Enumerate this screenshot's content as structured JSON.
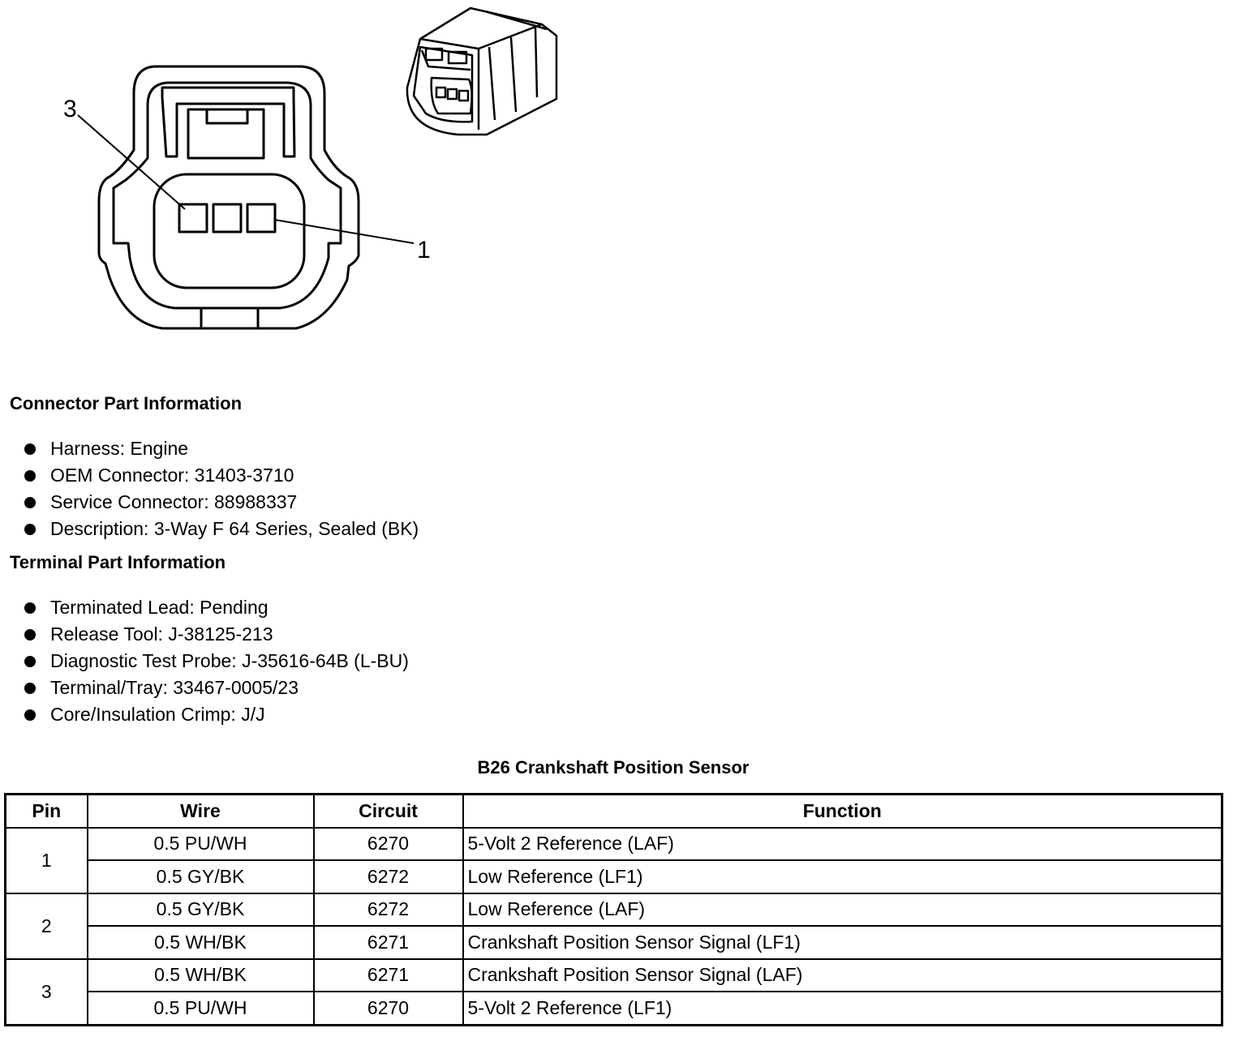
{
  "diagram": {
    "callout_pin3": "3",
    "callout_pin1": "1"
  },
  "connector_info": {
    "title": "Connector Part Information",
    "items": [
      "Harness: Engine",
      "OEM Connector: 31403-3710",
      "Service Connector: 88988337",
      "Description: 3-Way F 64 Series, Sealed (BK)"
    ]
  },
  "terminal_info": {
    "title": "Terminal Part Information",
    "items": [
      "Terminated Lead: Pending",
      "Release Tool: J-38125-213",
      "Diagnostic Test Probe: J-35616-64B (L-BU)",
      "Terminal/Tray: 33467-0005/23",
      "Core/Insulation Crimp: J/J"
    ]
  },
  "table": {
    "title": "B26 Crankshaft Position Sensor",
    "headers": [
      "Pin",
      "Wire",
      "Circuit",
      "Function"
    ],
    "rows": [
      {
        "pin": "1",
        "wire": "0.5 PU/WH",
        "circuit": "6270",
        "function": "5-Volt 2 Reference (LAF)"
      },
      {
        "pin": "1",
        "wire": "0.5 GY/BK",
        "circuit": "6272",
        "function": "Low Reference (LF1)"
      },
      {
        "pin": "2",
        "wire": "0.5 GY/BK",
        "circuit": "6272",
        "function": "Low Reference (LAF)"
      },
      {
        "pin": "2",
        "wire": "0.5 WH/BK",
        "circuit": "6271",
        "function": "Crankshaft Position Sensor Signal (LF1)"
      },
      {
        "pin": "3",
        "wire": "0.5 WH/BK",
        "circuit": "6271",
        "function": "Crankshaft Position Sensor Signal (LAF)"
      },
      {
        "pin": "3",
        "wire": "0.5 PU/WH",
        "circuit": "6270",
        "function": "5-Volt 2 Reference (LF1)"
      }
    ]
  }
}
